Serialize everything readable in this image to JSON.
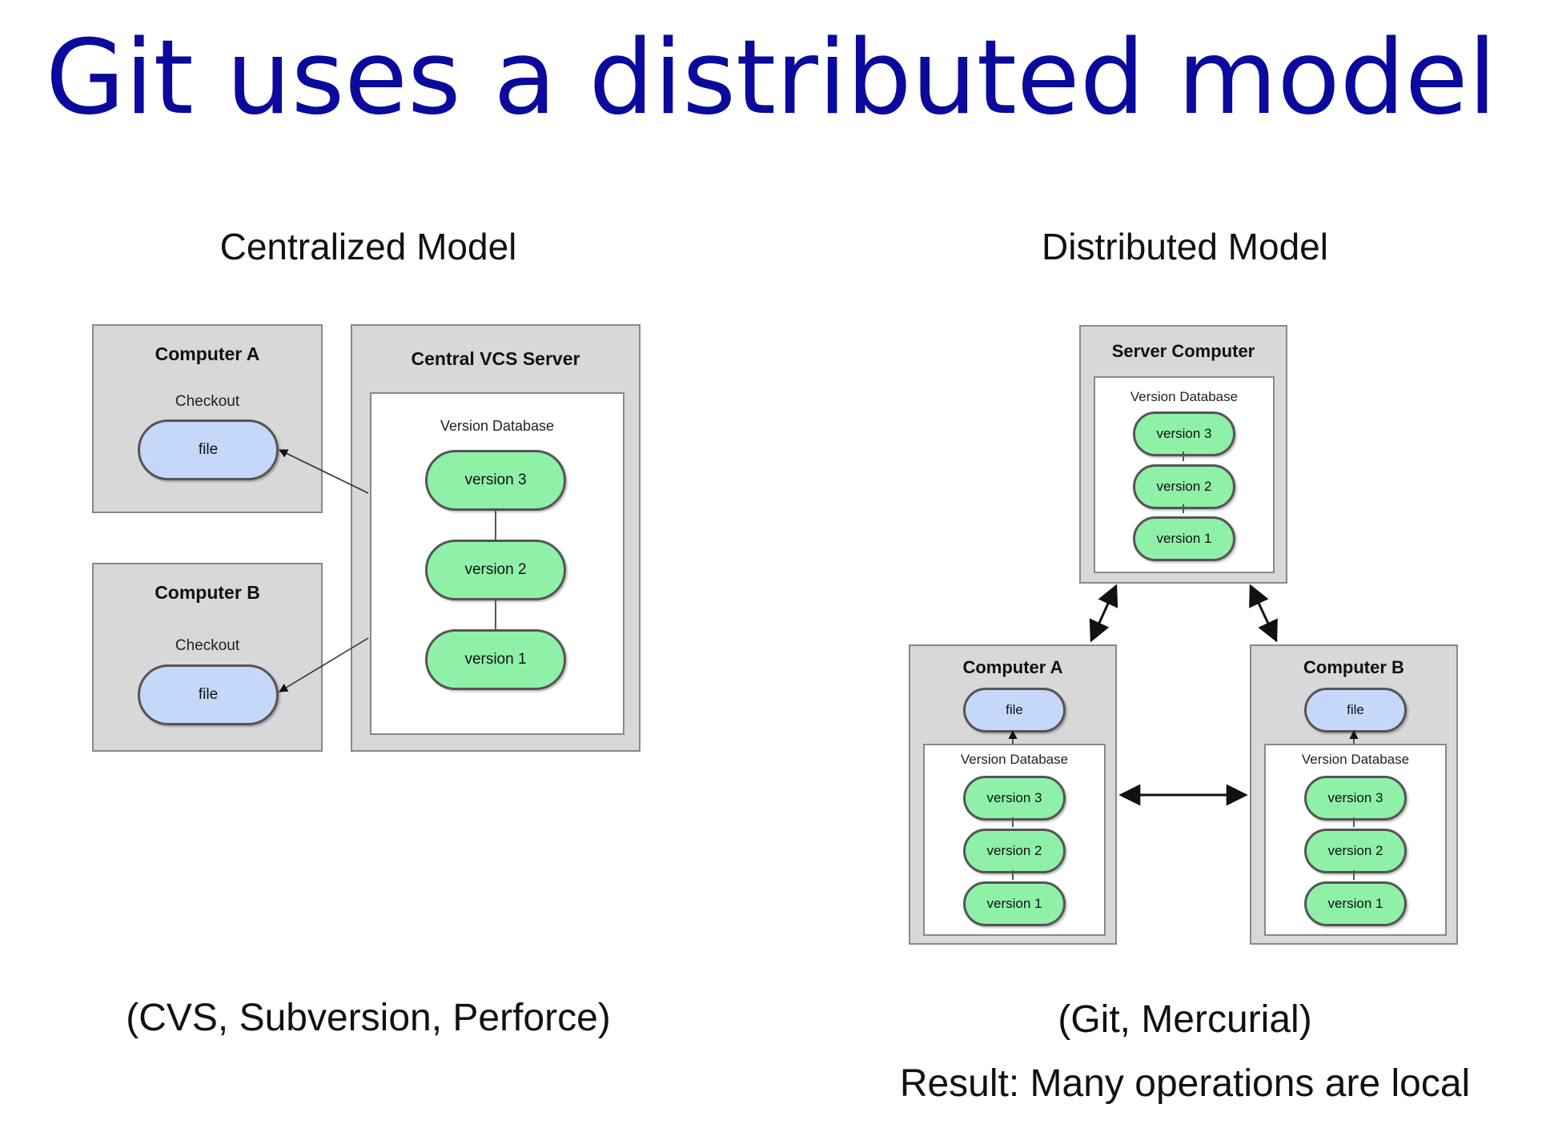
{
  "title": "Git uses a distributed model",
  "centralized": {
    "heading": "Centralized Model",
    "computer_a": {
      "title": "Computer A",
      "checkout": "Checkout",
      "file": "file"
    },
    "computer_b": {
      "title": "Computer B",
      "checkout": "Checkout",
      "file": "file"
    },
    "server": {
      "title": "Central VCS Server",
      "db_label": "Version Database",
      "versions": [
        "version 3",
        "version 2",
        "version 1"
      ]
    },
    "caption": "(CVS, Subversion, Perforce)"
  },
  "distributed": {
    "heading": "Distributed Model",
    "server": {
      "title": "Server Computer",
      "db_label": "Version Database",
      "versions": [
        "version 3",
        "version 2",
        "version 1"
      ]
    },
    "computer_a": {
      "title": "Computer A",
      "file": "file",
      "db_label": "Version Database",
      "versions": [
        "version 3",
        "version 2",
        "version 1"
      ]
    },
    "computer_b": {
      "title": "Computer B",
      "file": "file",
      "db_label": "Version Database",
      "versions": [
        "version 3",
        "version 2",
        "version 1"
      ]
    },
    "caption": "(Git, Mercurial)",
    "result": "Result: Many operations are local"
  }
}
